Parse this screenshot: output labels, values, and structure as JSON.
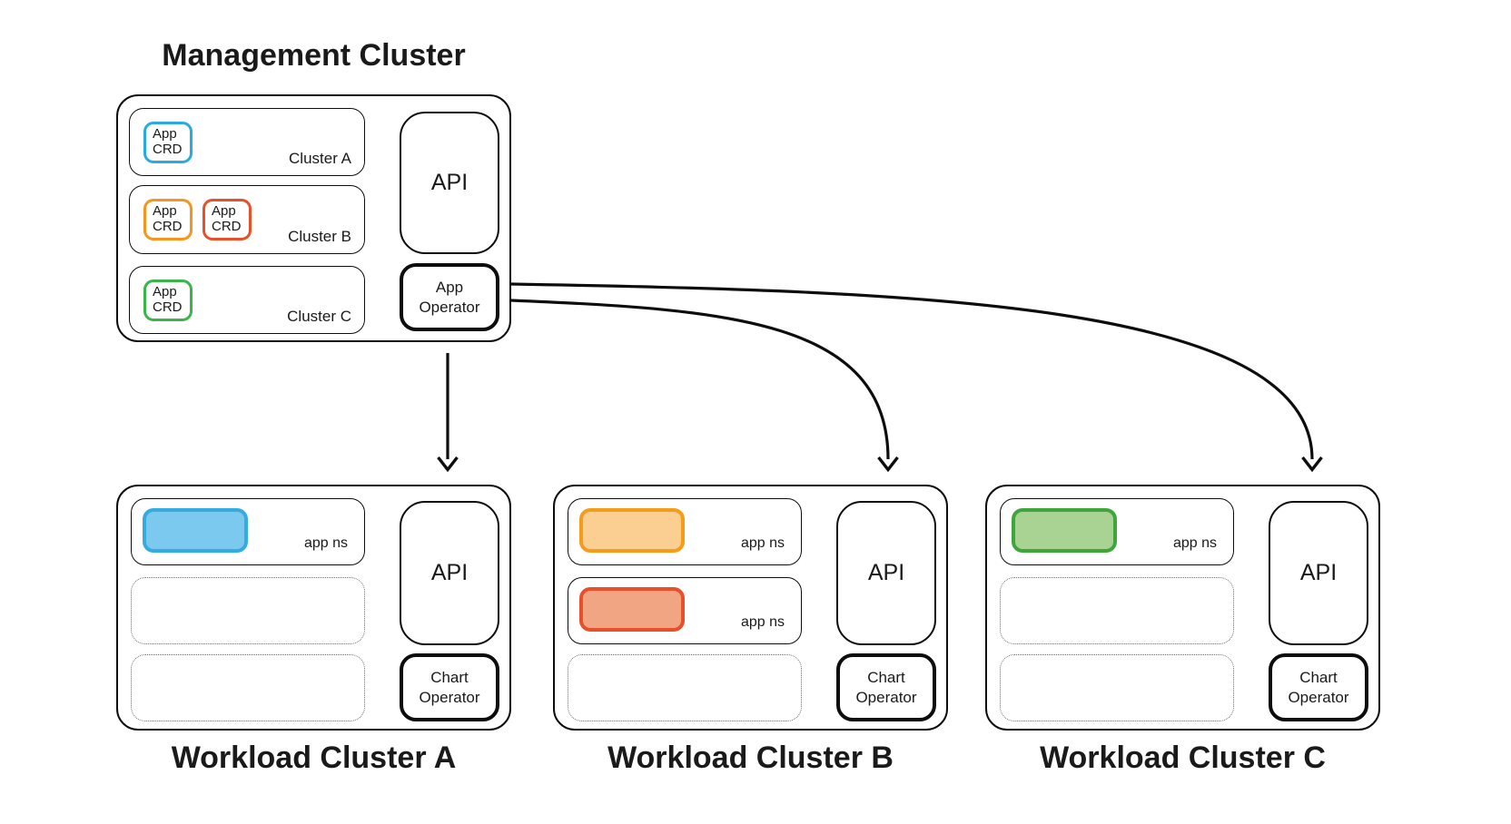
{
  "management_cluster": {
    "title": "Management Cluster",
    "api_label": "API",
    "operator_label": "App Operator",
    "clusters": [
      {
        "label": "Cluster A",
        "crds": [
          {
            "label": "App CRD",
            "color": "#29ABE2"
          }
        ]
      },
      {
        "label": "Cluster B",
        "crds": [
          {
            "label": "App CRD",
            "color": "#F7941E"
          },
          {
            "label": "App CRD",
            "color": "#E8502A"
          }
        ]
      },
      {
        "label": "Cluster C",
        "crds": [
          {
            "label": "App CRD",
            "color": "#39B54A"
          }
        ]
      }
    ]
  },
  "workload_clusters": [
    {
      "title": "Workload Cluster A",
      "api_label": "API",
      "operator_label": "Chart Operator",
      "namespaces": [
        {
          "kind": "app",
          "label": "app ns",
          "fill": "#7CC9F0",
          "stroke": "#34ACE0"
        },
        {
          "kind": "empty"
        },
        {
          "kind": "empty"
        }
      ]
    },
    {
      "title": "Workload Cluster B",
      "api_label": "API",
      "operator_label": "Chart Operator",
      "namespaces": [
        {
          "kind": "app",
          "label": "app ns",
          "fill": "#FBCE92",
          "stroke": "#F59C1B"
        },
        {
          "kind": "app",
          "label": "app ns",
          "fill": "#F2A583",
          "stroke": "#E8502A"
        },
        {
          "kind": "empty"
        }
      ]
    },
    {
      "title": "Workload Cluster C",
      "api_label": "API",
      "operator_label": "Chart Operator",
      "namespaces": [
        {
          "kind": "app",
          "label": "app ns",
          "fill": "#A9D393",
          "stroke": "#3FA63C"
        },
        {
          "kind": "empty"
        },
        {
          "kind": "empty"
        }
      ]
    }
  ],
  "arrow_color": "#0d0d0d"
}
